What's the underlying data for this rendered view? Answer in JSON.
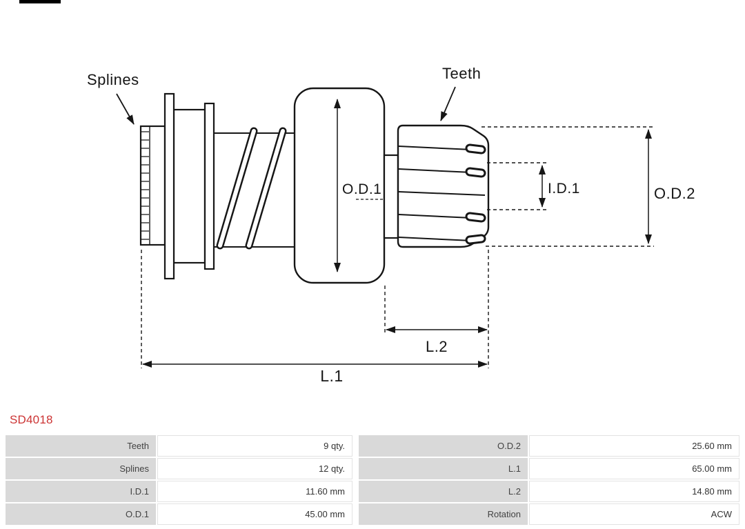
{
  "part": {
    "code": "SD4018"
  },
  "diagram": {
    "labels": {
      "splines": "Splines",
      "teeth": "Teeth",
      "od1": "O.D.1",
      "od2": "O.D.2",
      "id1": "I.D.1",
      "l2": "L.2",
      "l1": "L.1"
    }
  },
  "spec_table": {
    "rows": [
      {
        "c1_label": "Teeth",
        "c1_value": "9 qty.",
        "c2_label": "O.D.2",
        "c2_value": "25.60 mm"
      },
      {
        "c1_label": "Splines",
        "c1_value": "12 qty.",
        "c2_label": "L.1",
        "c2_value": "65.00 mm"
      },
      {
        "c1_label": "I.D.1",
        "c1_value": "11.60 mm",
        "c2_label": "L.2",
        "c2_value": "14.80 mm"
      },
      {
        "c1_label": "O.D.1",
        "c1_value": "45.00 mm",
        "c2_label": "Rotation",
        "c2_value": "ACW"
      }
    ]
  },
  "colors": {
    "part_code_red": "#cc3333",
    "table_label_bg": "#d9d9d9",
    "line_color": "#161616"
  }
}
